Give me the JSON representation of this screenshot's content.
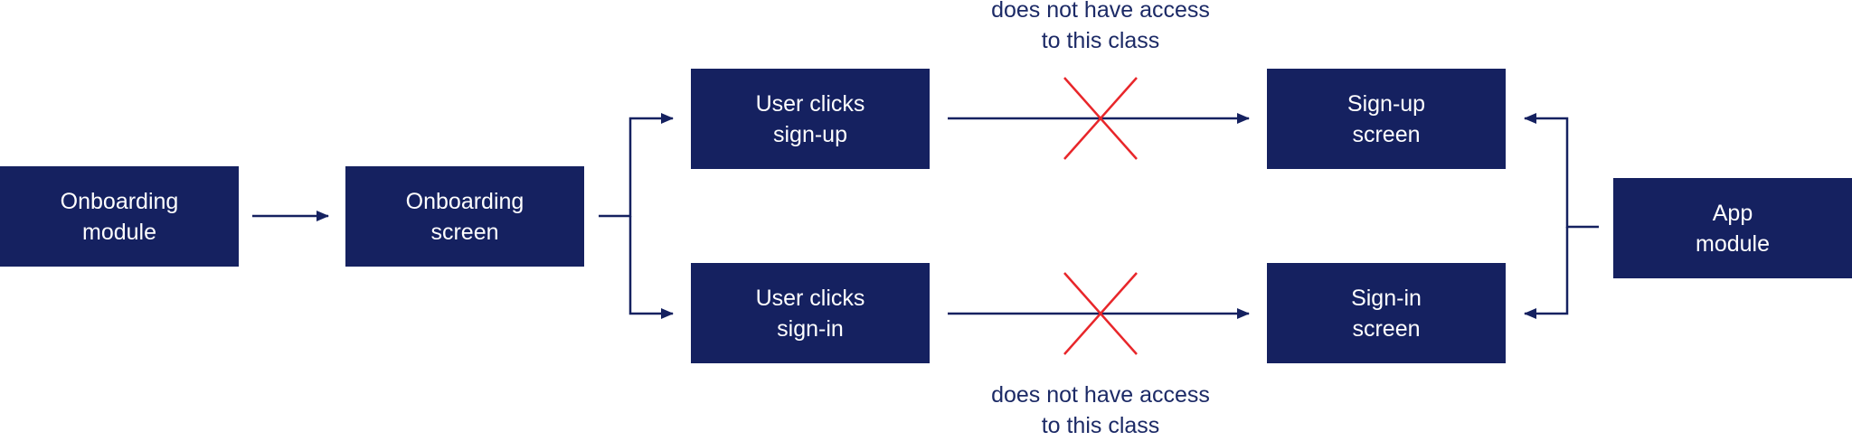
{
  "colors": {
    "box_fill": "#152160",
    "box_text": "#ffffff",
    "line": "#152160",
    "cross": "#e8262a",
    "note_text": "#1c2a66"
  },
  "boxes": {
    "onboarding_module": "Onboarding\nmodule",
    "onboarding_screen": "Onboarding\nscreen",
    "user_clicks_signup": "User clicks\nsign-up",
    "user_clicks_signin": "User clicks\nsign-in",
    "signup_screen": "Sign-up\nscreen",
    "signin_screen": "Sign-in\nscreen",
    "app_module": "App\nmodule"
  },
  "notes": {
    "top": "does not have access\nto this class",
    "bottom": "does not have access\nto this class"
  }
}
